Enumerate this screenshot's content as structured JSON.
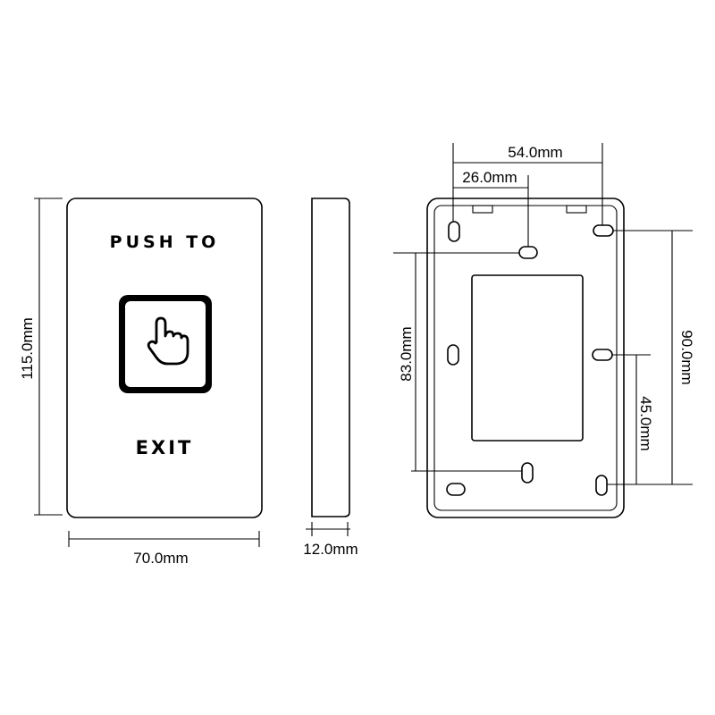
{
  "front_view": {
    "top_label": "PUSH TO",
    "bottom_label": "EXIT",
    "height_dim": "115.0mm",
    "width_dim": "70.0mm",
    "button_icon": "pointing-hand-icon"
  },
  "side_view": {
    "depth_dim": "12.0mm"
  },
  "back_view": {
    "top_outer_dim": "54.0mm",
    "top_inner_dim": "26.0mm",
    "left_dim": "83.0mm",
    "right_outer_dim": "90.0mm",
    "right_inner_dim": "45.0mm"
  }
}
